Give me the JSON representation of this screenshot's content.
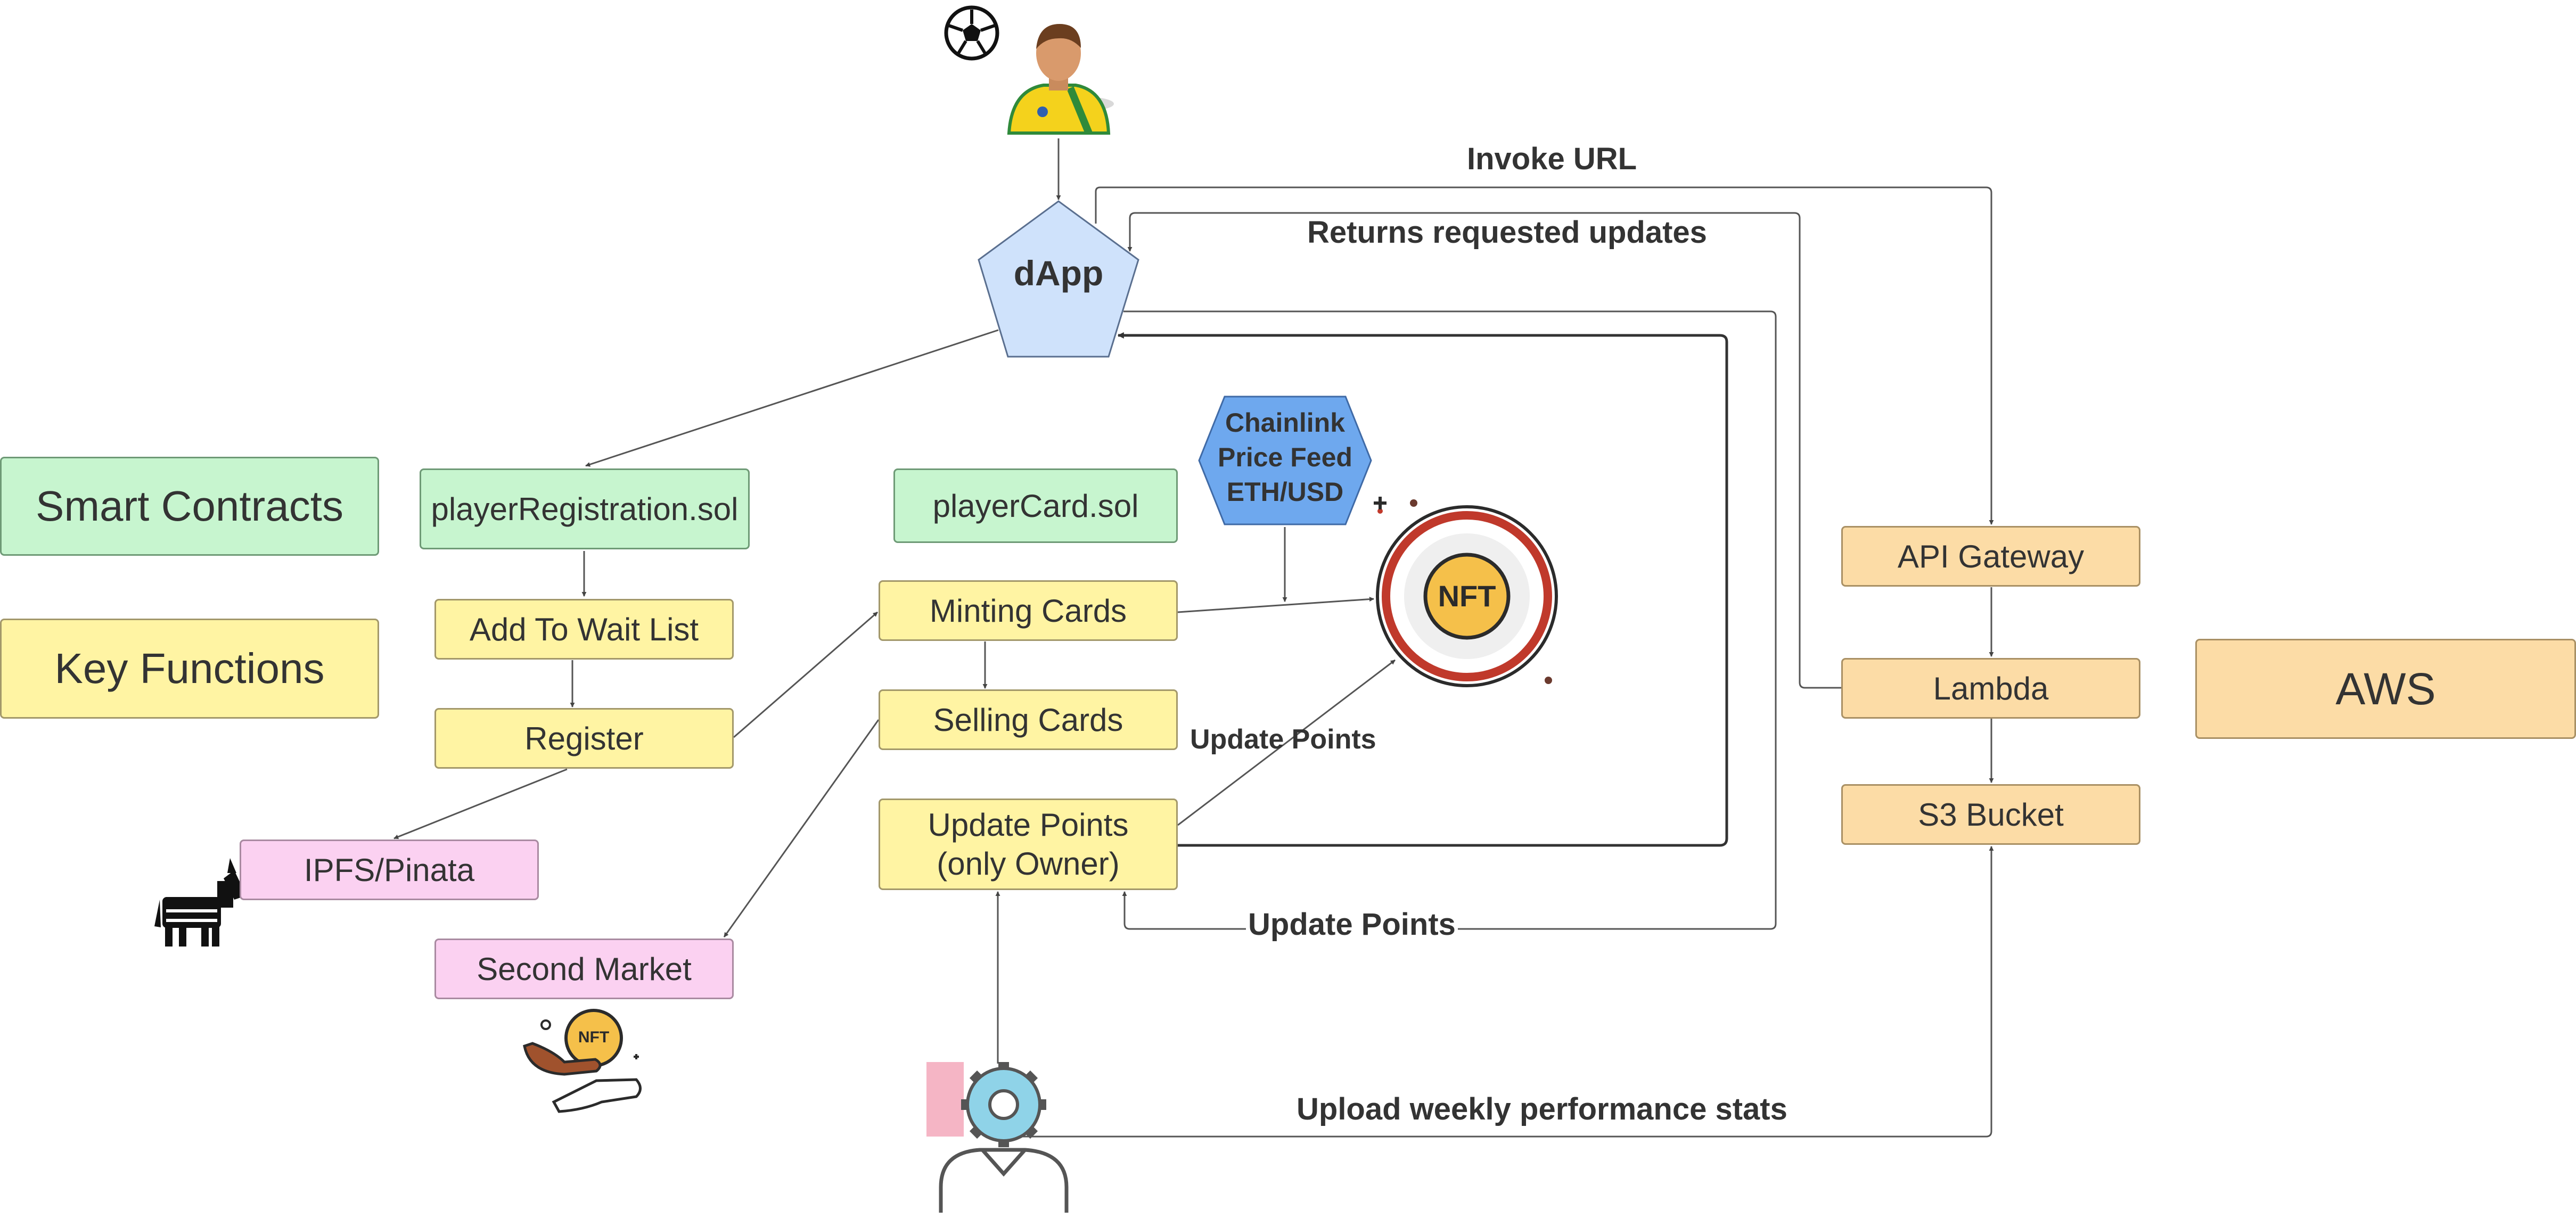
{
  "legend": {
    "smart_contracts": "Smart Contracts",
    "key_functions": "Key Functions",
    "aws": "AWS"
  },
  "nodes": {
    "dapp": "dApp",
    "player_registration": "playerRegistration.sol",
    "player_card": "playerCard.sol",
    "add_to_wait_list": "Add To Wait List",
    "register": "Register",
    "minting_cards": "Minting Cards",
    "selling_cards": "Selling Cards",
    "update_points_line1": "Update Points",
    "update_points_line2": "(only Owner)",
    "ipfs": "IPFS/Pinata",
    "second_market": "Second Market",
    "api_gateway": "API Gateway",
    "lambda": "Lambda",
    "s3_bucket": "S3 Bucket",
    "chainlink_line1": "Chainlink",
    "chainlink_line2": "Price Feed",
    "chainlink_line3": "ETH/USD",
    "nft_badge": "NFT",
    "nft_small": "NFT"
  },
  "edge_labels": {
    "invoke_url": "Invoke URL",
    "returns_updates": "Returns requested updates",
    "update_points_mid": "Update Points",
    "update_points_bottom": "Update Points",
    "upload_stats": "Upload weekly performance stats"
  },
  "icons": [
    "soccer-ball-icon",
    "soccer-player-icon",
    "admin-gear-user-icon",
    "nft-badge-icon",
    "nft-hand-icon",
    "pinata-donkey-icon"
  ],
  "colors": {
    "green": "#c7f5cf",
    "yellow": "#fff4a3",
    "pink": "#fbd1f1",
    "orange": "#fcdca6",
    "dapp_blue": "#cfe2fb",
    "chainlink_blue": "#6ea8ee",
    "nft_red": "#c0392b",
    "nft_gold": "#f5c04a"
  }
}
